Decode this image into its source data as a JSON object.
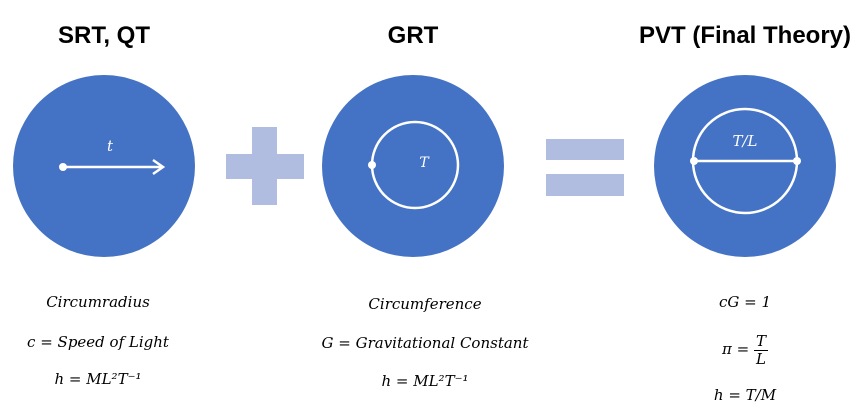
{
  "colors": {
    "circle": "#4472C4",
    "operator": "#B0BDE0",
    "line": "#FFFFFF"
  },
  "columns": [
    {
      "title": "SRT, QT",
      "label": "t",
      "equations": [
        "Circumradius",
        "c = Speed of Light",
        "h = ML²T⁻¹"
      ]
    },
    {
      "title": "GRT",
      "label": "T",
      "equations": [
        "Circumference",
        "G = Gravitational Constant",
        "h = ML²T⁻¹"
      ]
    },
    {
      "title": "PVT (Final Theory)",
      "label": "T/L",
      "equations": [
        "cG = 1",
        "π = ",
        "h = T/M"
      ],
      "fraction": {
        "num": "T",
        "den": "L"
      }
    }
  ]
}
